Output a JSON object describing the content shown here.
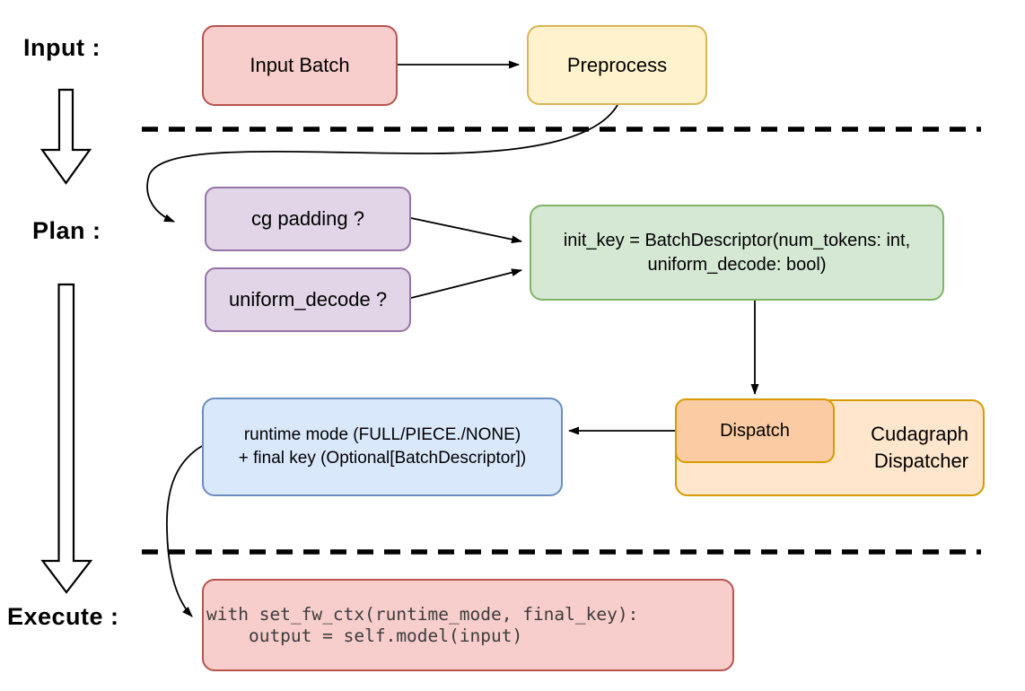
{
  "diagram": {
    "stage_labels": {
      "input": "Input :",
      "plan": "Plan :",
      "execute": "Execute :"
    },
    "nodes": {
      "input_batch": "Input Batch",
      "preprocess": "Preprocess",
      "cg_padding": "cg padding ?",
      "uniform_decode": "uniform_decode ?",
      "init_key_line1": "init_key = BatchDescriptor(num_tokens: int,",
      "init_key_line2": "uniform_decode: bool)",
      "dispatch": "Dispatch",
      "cudagraph_line1": "Cudagraph",
      "cudagraph_line2": "Dispatcher",
      "runtime_line1": "runtime mode (FULL/PIECE./NONE)",
      "runtime_line2": "+ final key (Optional[BatchDescriptor])",
      "code_line1": "with set_fw_ctx(runtime_mode, final_key):",
      "code_line2": "    output = self.model(input)"
    },
    "colors": {
      "red_fill": "#F8CECC",
      "red_stroke": "#B85450",
      "yellow_fill": "#FFF2CC",
      "yellow_stroke": "#D6B656",
      "purple_fill": "#E1D5E7",
      "purple_stroke": "#9673A6",
      "green_fill": "#D5E8D4",
      "green_stroke": "#82B366",
      "orange_fill": "#FFE6CC",
      "orange_stroke": "#D79B00",
      "peach_fill": "#FBCBA3",
      "blue_fill": "#DAE8FC",
      "blue_stroke": "#6C8EBF",
      "line": "#000000"
    }
  }
}
